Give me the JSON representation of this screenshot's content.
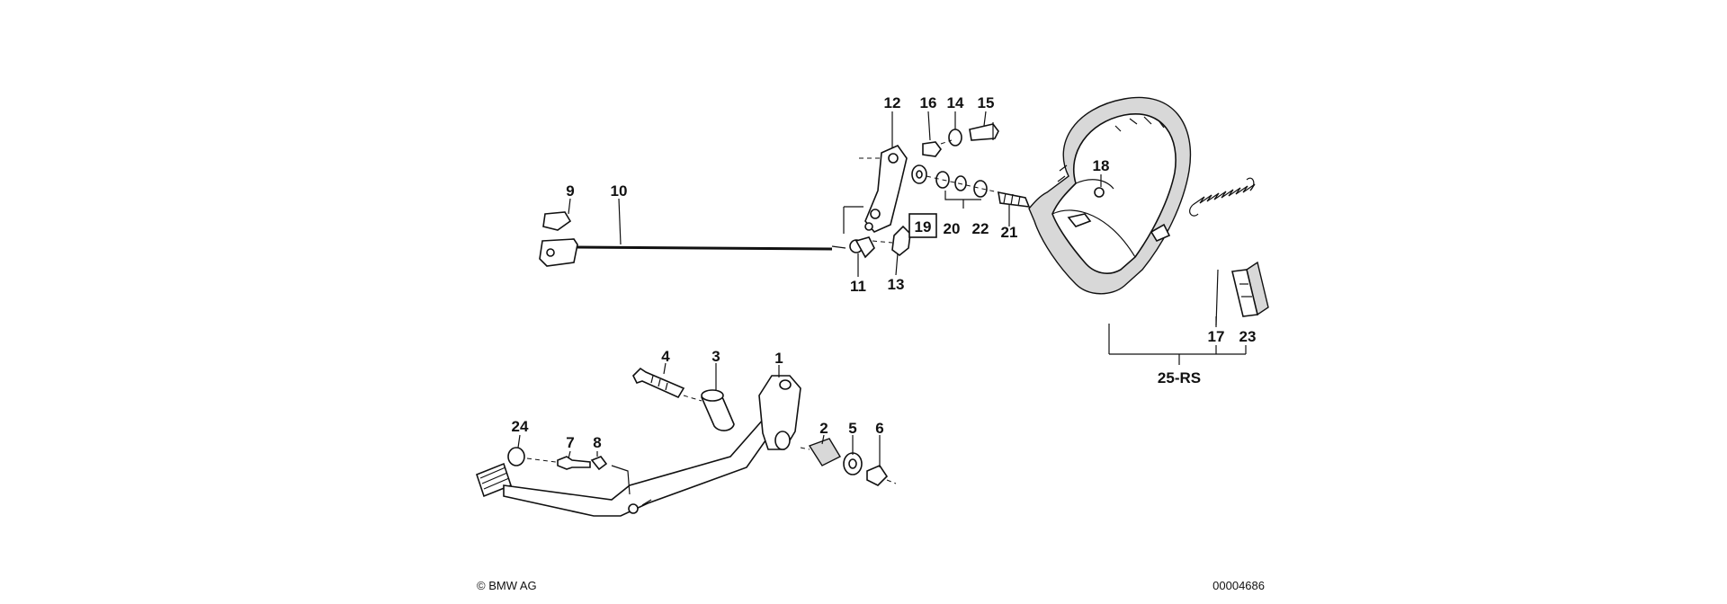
{
  "diagram": {
    "callouts": {
      "c1": "1",
      "c2": "2",
      "c3": "3",
      "c4": "4",
      "c5": "5",
      "c6": "6",
      "c7": "7",
      "c8": "8",
      "c9": "9",
      "c10": "10",
      "c11": "11",
      "c12": "12",
      "c13": "13",
      "c14": "14",
      "c15": "15",
      "c16": "16",
      "c17": "17",
      "c18": "18",
      "c19": "19",
      "c20": "20",
      "c21": "21",
      "c22": "22",
      "c23": "23",
      "c24": "24",
      "c25": "25-RS"
    },
    "copyright": "© BMW AG",
    "image_number": "00004686"
  }
}
